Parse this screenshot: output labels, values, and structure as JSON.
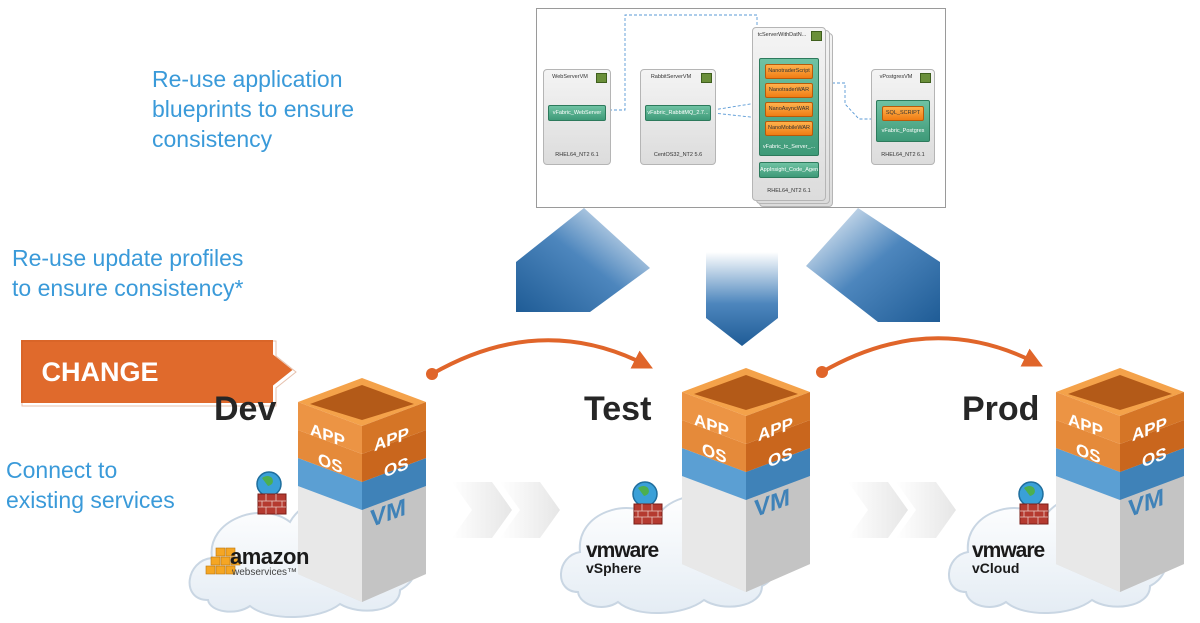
{
  "notes": {
    "blueprints": "Re-use application\nblueprints to ensure\nconsistency",
    "profiles": "Re-use update profiles\nto ensure consistency*",
    "connect": "Connect to\nexisting services"
  },
  "change_label": "CHANGE",
  "environments": [
    {
      "name": "Dev",
      "provider": "amazon",
      "provider_sub": "webservices™"
    },
    {
      "name": "Test",
      "provider": "vmware",
      "provider_sub": "vSphere"
    },
    {
      "name": "Prod",
      "provider": "vmware",
      "provider_sub": "vCloud"
    }
  ],
  "stack": {
    "app": "APP",
    "os": "OS",
    "vm": "VM"
  },
  "blueprint": {
    "vms": [
      {
        "title": "WebServerVM",
        "os": "RHEL64_NT2 6.1",
        "component": "vFabric_WebServer"
      },
      {
        "title": "RabbitServerVM",
        "os": "CentOS32_NT2 5.6",
        "component": "vFabric_RabbitMQ_2.7..."
      },
      {
        "title": "tcServerWithDatN...",
        "os": "RHEL64_NT2 6.1",
        "components": [
          "NanotraderScript",
          "NanotraderWAR",
          "NanoAsyncWAR",
          "NanoMobileWAR"
        ],
        "component": "vFabric_tc_Server_...",
        "extra": "AppInsight_Code_Agent..."
      },
      {
        "title": "vPostgresVM",
        "os": "RHEL64_NT2 6.1",
        "components": [
          "SQL_SCRIPT"
        ],
        "component": "vFabric_Postgres"
      }
    ]
  },
  "colors": {
    "note_blue": "#3a9ad9",
    "change_orange": "#e06a2c",
    "arrow_orange": "#e0652a",
    "chevron_blue": "#1f5c96",
    "app_orange": "#e07a28",
    "os_blue": "#4a90c4",
    "vm_grey": "#cfcfcf"
  }
}
